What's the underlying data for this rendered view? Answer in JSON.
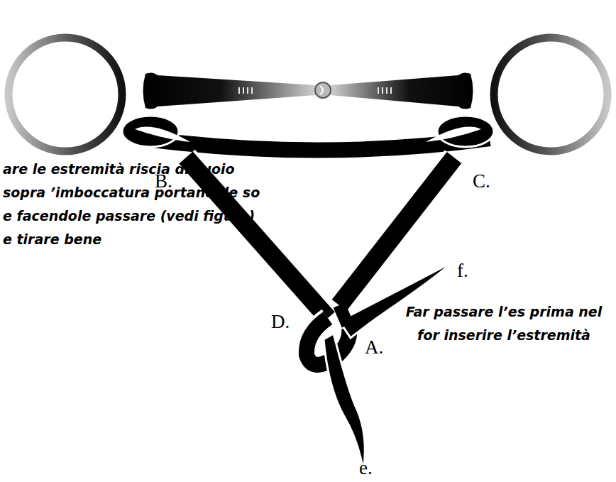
{
  "diagram": {
    "labels": [
      "B.",
      "C.",
      "D.",
      "A.",
      "e.",
      "f.",
      "are le estremità riscia di cuoio sopra ’imboccatura portandole so e facendole passare (vedi figura) e tirare bene",
      "Far passare l’es prima nel for inserire l’estremità"
    ]
  }
}
